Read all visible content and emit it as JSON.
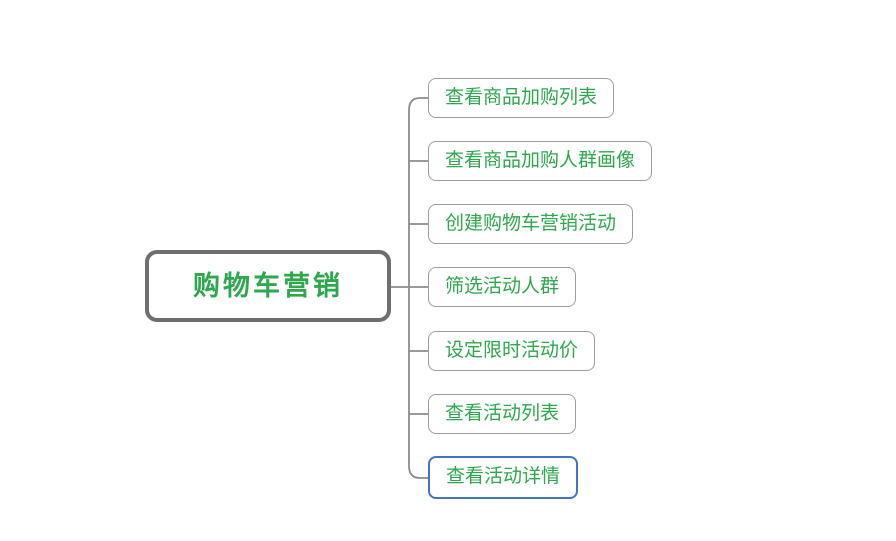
{
  "mindmap": {
    "root": {
      "label": "购物车营销"
    },
    "children": [
      {
        "label": "查看商品加购列表",
        "selected": false
      },
      {
        "label": "查看商品加购人群画像",
        "selected": false
      },
      {
        "label": "创建购物车营销活动",
        "selected": false
      },
      {
        "label": "筛选活动人群",
        "selected": false
      },
      {
        "label": "设定限时活动价",
        "selected": false
      },
      {
        "label": "查看活动列表",
        "selected": false
      },
      {
        "label": "查看活动详情",
        "selected": true
      }
    ],
    "colors": {
      "node_text": "#2EA84D",
      "root_border": "#6f6f6f",
      "child_border": "#9e9e9e",
      "selected_border": "#4472C4",
      "connector": "#8c8c8c",
      "background": "#ffffff"
    }
  }
}
